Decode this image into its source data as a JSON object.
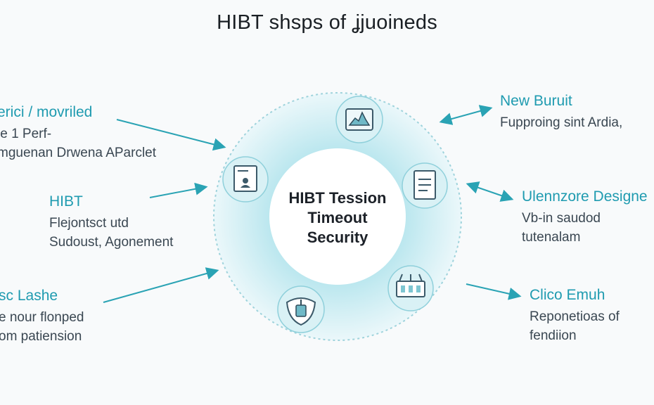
{
  "title": "HIBT shsps of ʝjuoineds",
  "center": {
    "lines": [
      "HIBT Tession",
      "Timeout",
      "Security"
    ]
  },
  "callouts": {
    "left_top": {
      "heading": "erici / movriled",
      "lines": [
        "ie 1 Perf-",
        "mguenan Drwena AParclet"
      ]
    },
    "left_mid": {
      "heading": "HIBT",
      "lines": [
        "Flejontsct utd",
        "Sudoust, Agonement"
      ]
    },
    "left_bot": {
      "heading": "sc Lashe",
      "lines": [
        "e nour flonped",
        "om patiension"
      ]
    },
    "right_top": {
      "heading": "New Buruit",
      "lines": [
        "Fupproing sint Ardia,"
      ]
    },
    "right_mid": {
      "heading": "Ulennzore Designe",
      "lines": [
        "Vb-in saudod",
        "tutenalam"
      ]
    },
    "right_bot": {
      "heading": "Clico Emuh",
      "lines": [
        "Reponetioas of",
        "fendiion"
      ]
    }
  },
  "icons": [
    "chart-icon",
    "document-icon",
    "server-icon",
    "shield-icon",
    "profile-card-icon"
  ],
  "colors": {
    "accent": "#1f9bb0",
    "ring": "#d3f0f5",
    "title": "#1a1f24"
  }
}
